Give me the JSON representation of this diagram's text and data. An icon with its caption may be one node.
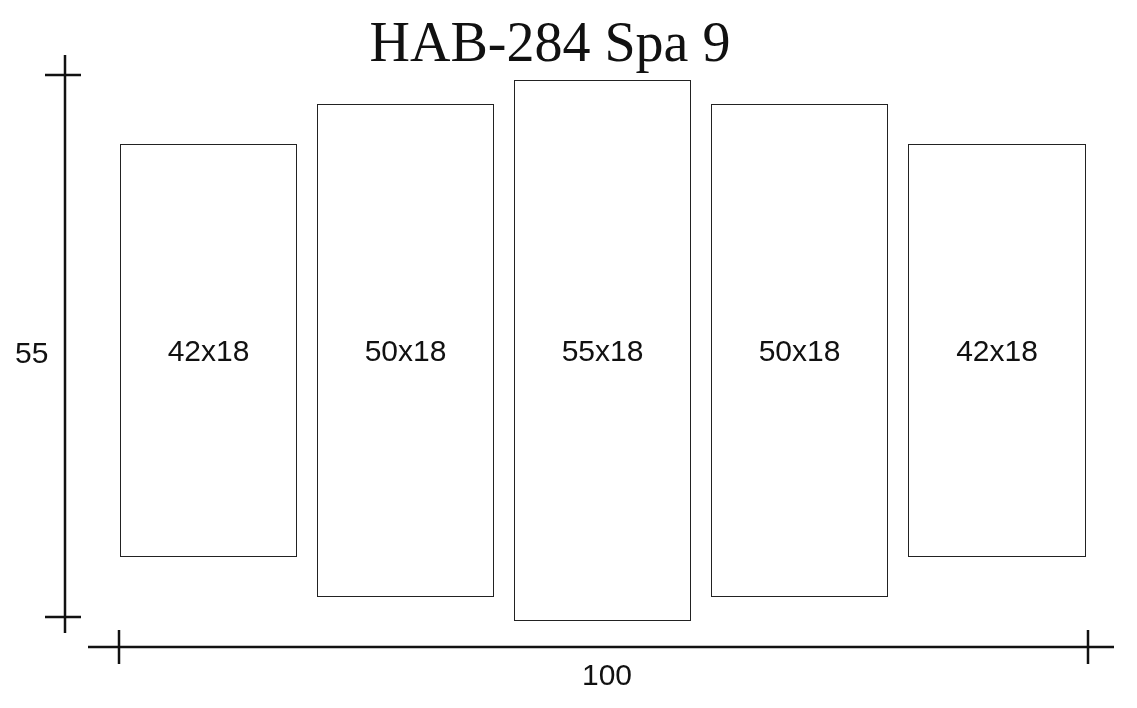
{
  "diagram": {
    "title": "HAB-284 Spa 9",
    "nodes": [
      {
        "text": [
          "42x18"
        ]
      },
      {
        "text": [
          "50x18"
        ]
      },
      {
        "text": [
          "55x18"
        ]
      },
      {
        "text": [
          "50x18"
        ]
      },
      {
        "text": [
          "42x18"
        ]
      }
    ],
    "labels": [
      "55",
      "100"
    ]
  }
}
